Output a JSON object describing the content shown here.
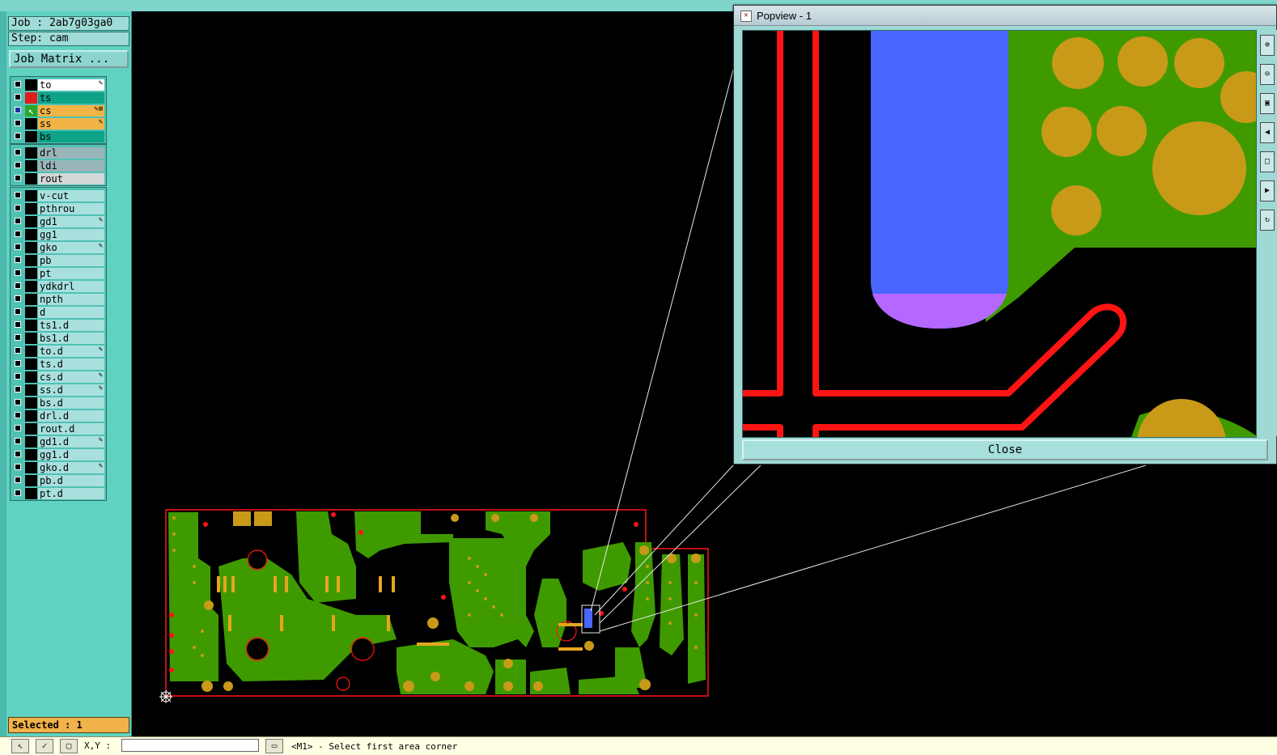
{
  "job_label": "Job : 2ab7g03ga0",
  "step_label": "Step: cam",
  "job_matrix_button": "Job Matrix ...",
  "layer_groups": [
    [
      {
        "name": "to",
        "color": "#000000",
        "label_bg": "#ffffff",
        "flag": "✎"
      },
      {
        "name": "ts",
        "color": "#e21b1b",
        "label_bg": "#0ea389",
        "flag": ""
      },
      {
        "name": "cs",
        "color": "#2aa72a",
        "label_bg": "#f2b447",
        "flag": "✎⊞",
        "checked": true,
        "active": true
      },
      {
        "name": "ss",
        "color": "#000000",
        "label_bg": "#f2b447",
        "flag": "✎"
      },
      {
        "name": "bs",
        "color": "#000000",
        "label_bg": "#0ea389",
        "flag": ""
      }
    ],
    [
      {
        "name": "drl",
        "color": "#000000",
        "label_bg": "#9ab5b9",
        "flag": ""
      },
      {
        "name": "ldi",
        "color": "#000000",
        "label_bg": "#9ab5b9",
        "flag": ""
      },
      {
        "name": "rout",
        "color": "#000000",
        "label_bg": "#d2d8d8",
        "flag": ""
      }
    ],
    [
      {
        "name": "v-cut",
        "color": "#000000",
        "label_bg": "#a8e0de",
        "flag": ""
      },
      {
        "name": "pthrou",
        "color": "#000000",
        "label_bg": "#a8e0de",
        "flag": ""
      },
      {
        "name": "gd1",
        "color": "#000000",
        "label_bg": "#a8e0de",
        "flag": "✎"
      },
      {
        "name": "gg1",
        "color": "#000000",
        "label_bg": "#a8e0de",
        "flag": ""
      },
      {
        "name": "gko",
        "color": "#000000",
        "label_bg": "#a8e0de",
        "flag": "✎"
      },
      {
        "name": "pb",
        "color": "#000000",
        "label_bg": "#a8e0de",
        "flag": ""
      },
      {
        "name": "pt",
        "color": "#000000",
        "label_bg": "#a8e0de",
        "flag": ""
      },
      {
        "name": "ydkdrl",
        "color": "#000000",
        "label_bg": "#a8e0de",
        "flag": ""
      },
      {
        "name": "npth",
        "color": "#000000",
        "label_bg": "#a8e0de",
        "flag": ""
      },
      {
        "name": "d",
        "color": "#000000",
        "label_bg": "#a8e0de",
        "flag": ""
      },
      {
        "name": "ts1.d",
        "color": "#000000",
        "label_bg": "#a8e0de",
        "flag": ""
      },
      {
        "name": "bs1.d",
        "color": "#000000",
        "label_bg": "#a8e0de",
        "flag": ""
      },
      {
        "name": "to.d",
        "color": "#000000",
        "label_bg": "#a8e0de",
        "flag": "✎"
      },
      {
        "name": "ts.d",
        "color": "#000000",
        "label_bg": "#a8e0de",
        "flag": ""
      },
      {
        "name": "cs.d",
        "color": "#000000",
        "label_bg": "#a8e0de",
        "flag": "✎"
      },
      {
        "name": "ss.d",
        "color": "#000000",
        "label_bg": "#a8e0de",
        "flag": "✎"
      },
      {
        "name": "bs.d",
        "color": "#000000",
        "label_bg": "#a8e0de",
        "flag": ""
      },
      {
        "name": "drl.d",
        "color": "#000000",
        "label_bg": "#a8e0de",
        "flag": ""
      },
      {
        "name": "rout.d",
        "color": "#000000",
        "label_bg": "#a8e0de",
        "flag": ""
      },
      {
        "name": "gd1.d",
        "color": "#000000",
        "label_bg": "#a8e0de",
        "flag": "✎"
      },
      {
        "name": "gg1.d",
        "color": "#000000",
        "label_bg": "#a8e0de",
        "flag": ""
      },
      {
        "name": "gko.d",
        "color": "#000000",
        "label_bg": "#a8e0de",
        "flag": "✎"
      },
      {
        "name": "pb.d",
        "color": "#000000",
        "label_bg": "#a8e0de",
        "flag": ""
      },
      {
        "name": "pt.d",
        "color": "#000000",
        "label_bg": "#a8e0de",
        "flag": ""
      }
    ]
  ],
  "selected_label": "Selected : 1",
  "bottom": {
    "xy_label": "X,Y :",
    "xy_value": "",
    "prompt": "<M1> - Select first area corner"
  },
  "popview": {
    "title": "Popview - 1",
    "close_label": "Close"
  },
  "colors": {
    "panel_bg": "#5fd2c2",
    "copper": "#3f9a00",
    "pad": "#c89a18",
    "trace": "#ff1414",
    "selection": "#4a66ff",
    "selection_alt": "#b468ff"
  }
}
